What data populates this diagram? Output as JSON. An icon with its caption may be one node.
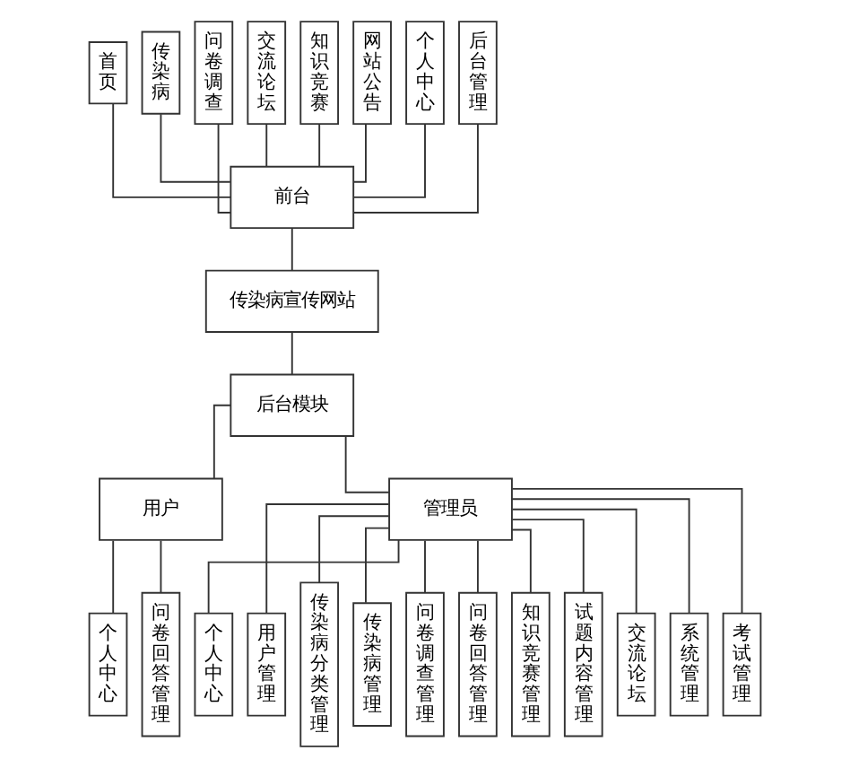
{
  "diagram": {
    "nodes": [
      {
        "text": [
          "首页"
        ]
      },
      {
        "text": [
          "传染病"
        ]
      },
      {
        "text": [
          "问卷调查"
        ]
      },
      {
        "text": [
          "交流论坛"
        ]
      },
      {
        "text": [
          "知识竞赛"
        ]
      },
      {
        "text": [
          "网站公告"
        ]
      },
      {
        "text": [
          "个人中心"
        ]
      },
      {
        "text": [
          "后台管理"
        ]
      },
      {
        "text": [
          "前台"
        ]
      },
      {
        "text": [
          "传染病宣传网站"
        ]
      },
      {
        "text": [
          "后台模块"
        ]
      },
      {
        "text": [
          "用户"
        ]
      },
      {
        "text": [
          "管理员"
        ]
      },
      {
        "text": [
          "个人中心"
        ]
      },
      {
        "text": [
          "问卷回答管理"
        ]
      },
      {
        "text": [
          "个人中心"
        ]
      },
      {
        "text": [
          "用户管理"
        ]
      },
      {
        "text": [
          "传染病分类管理"
        ]
      },
      {
        "text": [
          "传染病管理"
        ]
      },
      {
        "text": [
          "问卷调查管理"
        ]
      },
      {
        "text": [
          "问卷回答管理"
        ]
      },
      {
        "text": [
          "知识竞赛管理"
        ]
      },
      {
        "text": [
          "试题内容管理"
        ]
      },
      {
        "text": [
          "交流论坛"
        ]
      },
      {
        "text": [
          "系统管理"
        ]
      },
      {
        "text": [
          "考试管理"
        ]
      }
    ],
    "edges": [
      {
        "from": 0,
        "to": 8,
        "arrow": "none"
      },
      {
        "from": 1,
        "to": 8,
        "arrow": "none"
      },
      {
        "from": 2,
        "to": 8,
        "arrow": "none"
      },
      {
        "from": 3,
        "to": 8,
        "arrow": "none"
      },
      {
        "from": 4,
        "to": 8,
        "arrow": "none"
      },
      {
        "from": 5,
        "to": 8,
        "arrow": "none"
      },
      {
        "from": 6,
        "to": 8,
        "arrow": "none"
      },
      {
        "from": 7,
        "to": 8,
        "arrow": "none"
      },
      {
        "from": 8,
        "to": 9,
        "arrow": "none"
      },
      {
        "from": 9,
        "to": 10,
        "arrow": "none"
      },
      {
        "from": 10,
        "to": 11,
        "arrow": "none"
      },
      {
        "from": 10,
        "to": 12,
        "arrow": "none"
      },
      {
        "from": 11,
        "to": 13,
        "arrow": "none"
      },
      {
        "from": 11,
        "to": 14,
        "arrow": "none"
      },
      {
        "from": 12,
        "to": 15,
        "arrow": "none"
      },
      {
        "from": 12,
        "to": 16,
        "arrow": "none"
      },
      {
        "from": 12,
        "to": 17,
        "arrow": "none"
      },
      {
        "from": 12,
        "to": 18,
        "arrow": "none"
      },
      {
        "from": 12,
        "to": 19,
        "arrow": "none"
      },
      {
        "from": 12,
        "to": 20,
        "arrow": "none"
      },
      {
        "from": 12,
        "to": 21,
        "arrow": "none"
      },
      {
        "from": 12,
        "to": 22,
        "arrow": "none"
      },
      {
        "from": 12,
        "to": 23,
        "arrow": "none"
      },
      {
        "from": 12,
        "to": 24,
        "arrow": "none"
      },
      {
        "from": 12,
        "to": 25,
        "arrow": "none"
      }
    ]
  }
}
